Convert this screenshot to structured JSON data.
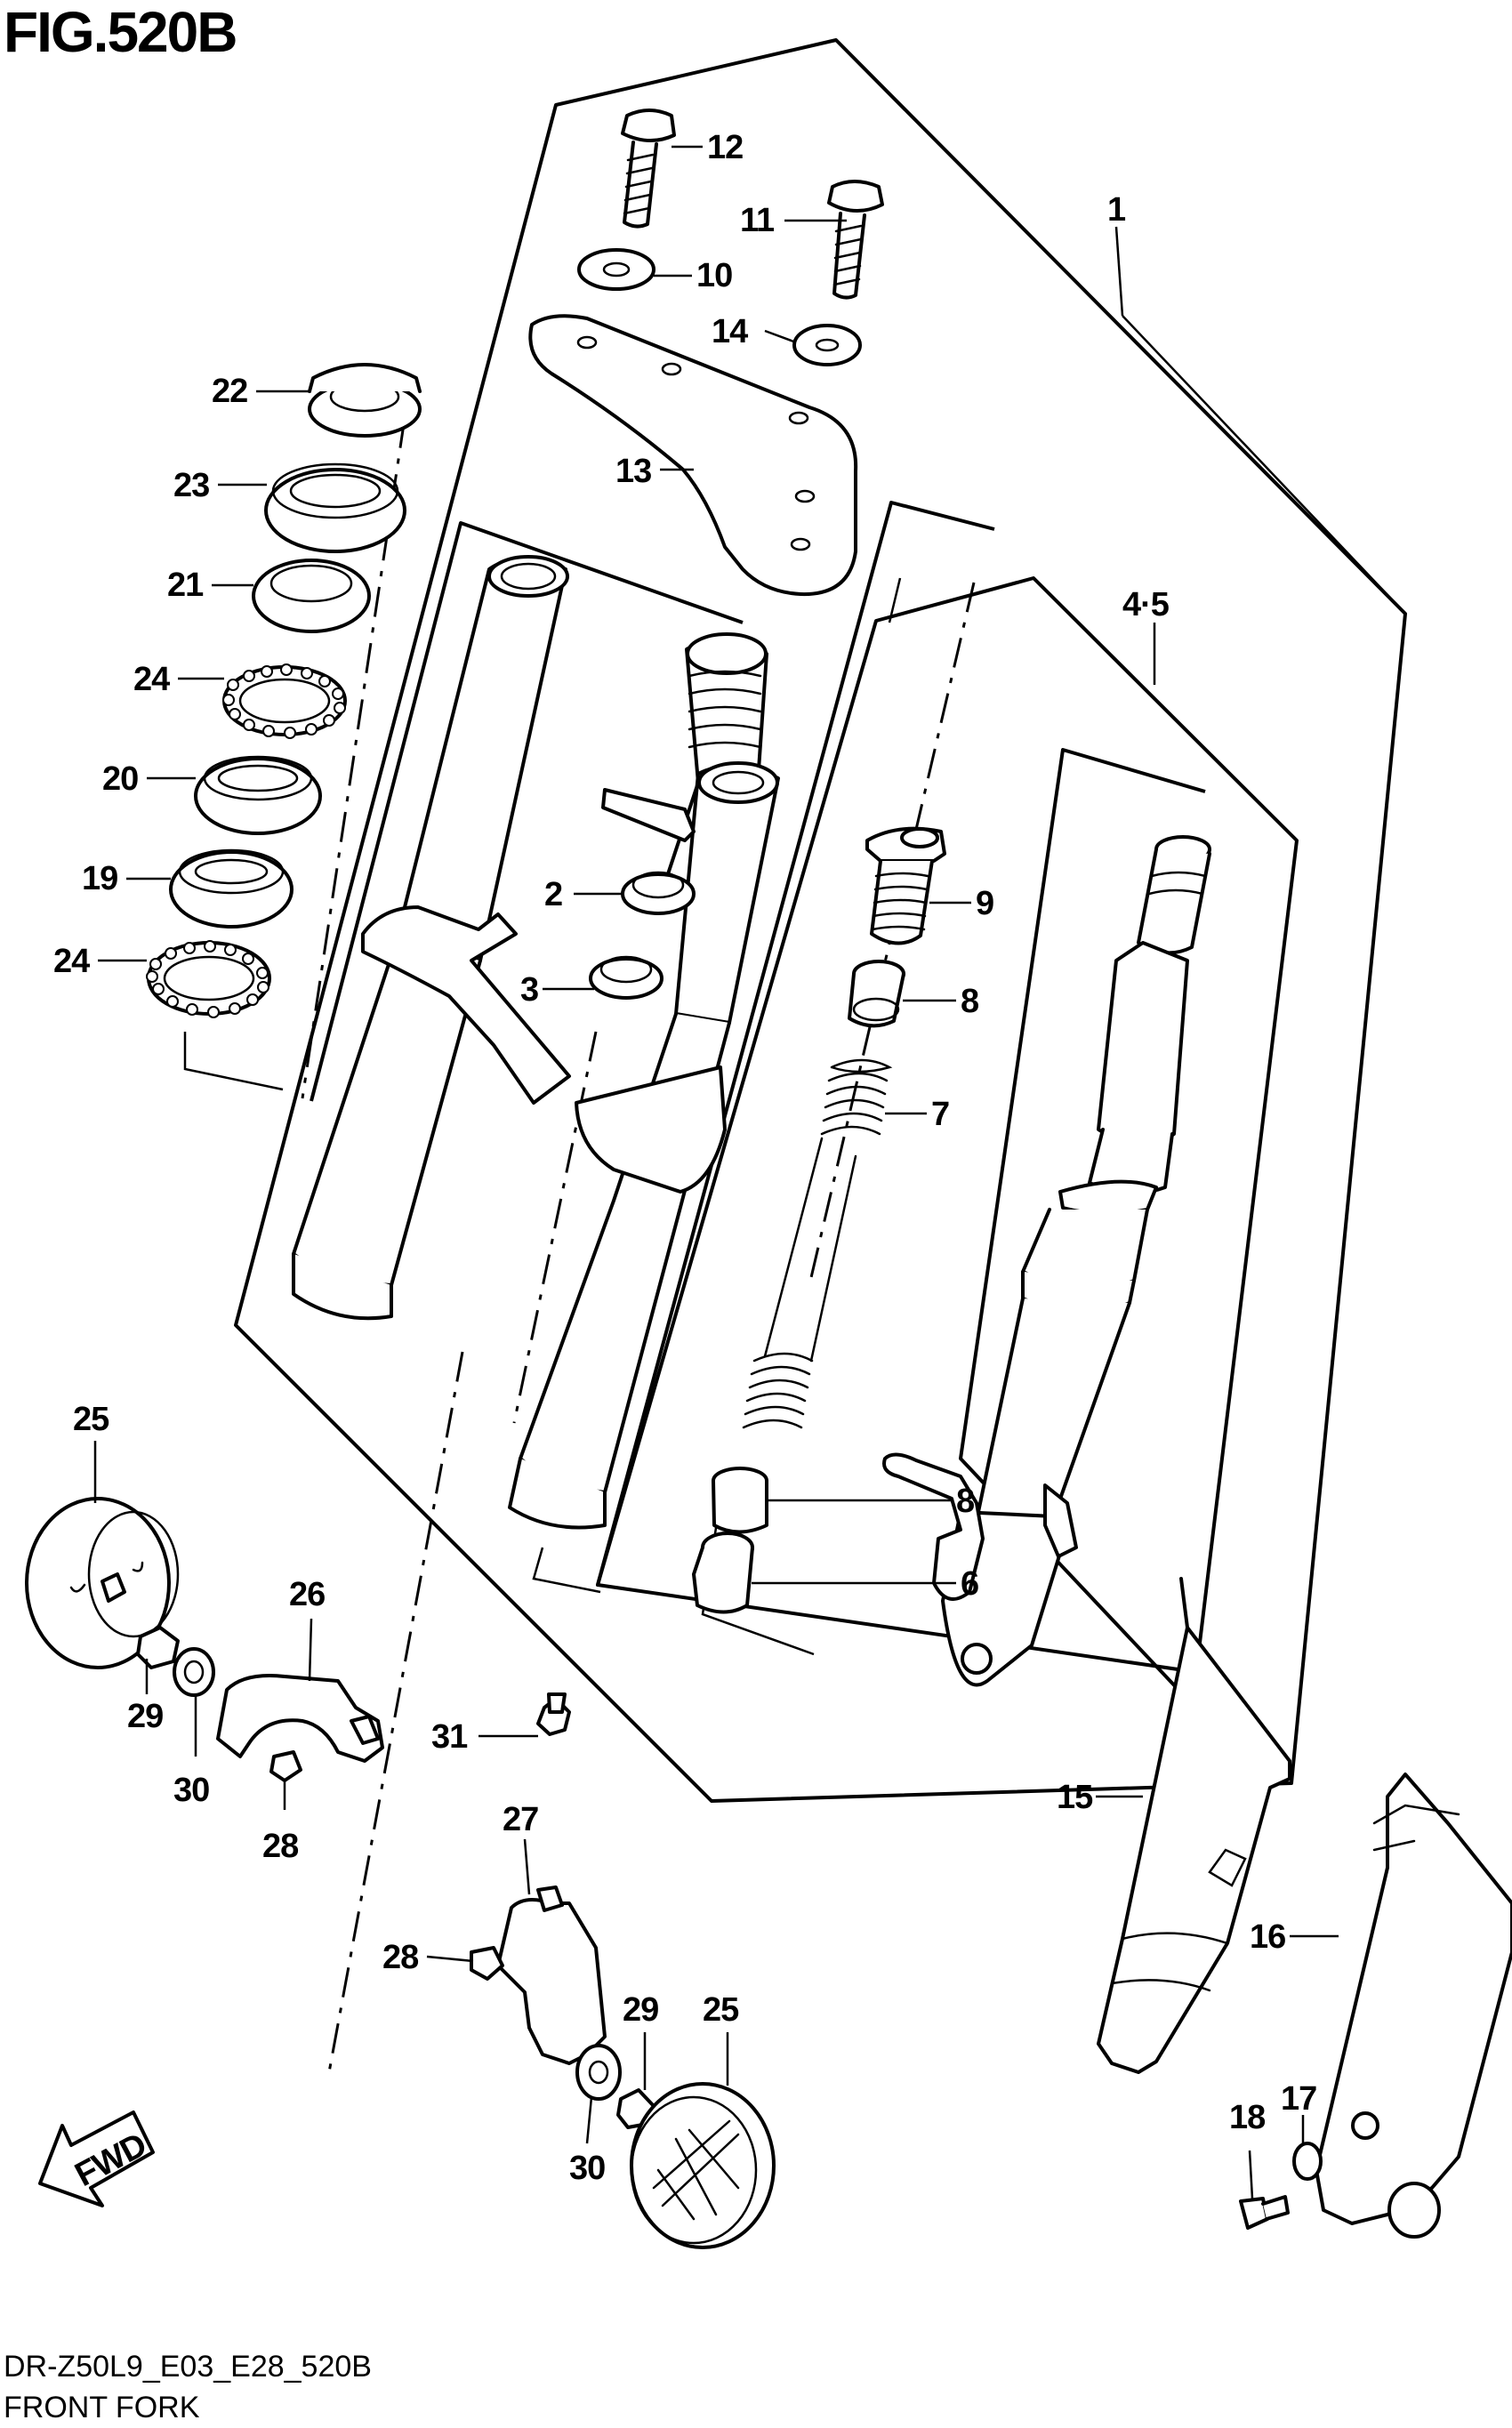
{
  "figure_title": "FIG.520B",
  "footer": {
    "model_code": "DR-Z50L9_E03_E28_520B",
    "caption": "FRONT FORK"
  },
  "fwd_label": "FWD",
  "callouts": {
    "c1": "1",
    "c2": "2",
    "c3": "3",
    "c4_5": "4·5",
    "c6": "6",
    "c7": "7",
    "c8a": "8",
    "c8b": "8",
    "c9": "9",
    "c10": "10",
    "c11": "11",
    "c12": "12",
    "c13": "13",
    "c14": "14",
    "c15": "15",
    "c16": "16",
    "c17": "17",
    "c18": "18",
    "c19": "19",
    "c20": "20",
    "c21": "21",
    "c22": "22",
    "c23": "23",
    "c24a": "24",
    "c24b": "24",
    "c25a": "25",
    "c25b": "25",
    "c26": "26",
    "c27": "27",
    "c28a": "28",
    "c28b": "28",
    "c29a": "29",
    "c29b": "29",
    "c30a": "30",
    "c30b": "30",
    "c31": "31"
  }
}
